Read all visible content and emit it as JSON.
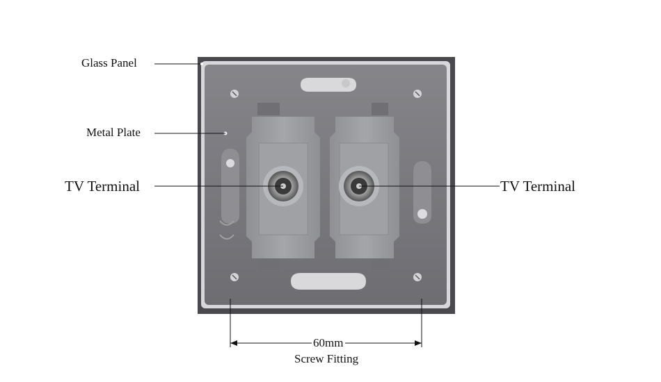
{
  "labels": {
    "glass_panel": "Glass Panel",
    "metal_plate": "Metal Plate",
    "tv_terminal_left": "TV Terminal",
    "tv_terminal_right": "TV Terminal",
    "dimension": "60mm",
    "screw_fitting": "Screw Fitting"
  },
  "colors": {
    "background": "#ffffff",
    "glass_panel": "#4a4a4e",
    "metal_plate": "#7a7a7e",
    "module": "#9a9ca0",
    "line": "#111111"
  }
}
